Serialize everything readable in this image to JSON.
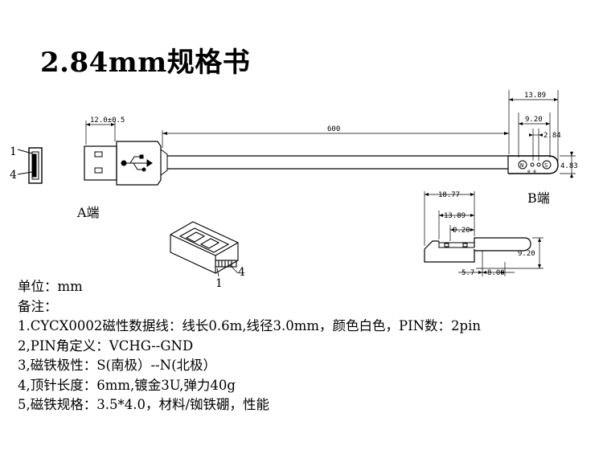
{
  "title": "2.84mm规格书",
  "dims": {
    "length_total": "600",
    "a_plug_len": "12.0±0.5",
    "b_w1": "13.89",
    "b_w2": "9.20",
    "b_w3": "2.84",
    "b_h": "4.83",
    "s_w1": "18.77",
    "s_w2": "13.89",
    "s_w3": "9.20",
    "s_h": "9.20",
    "s_d1": "5.7",
    "s_d2": "8.00"
  },
  "labels": {
    "end_a": "A端",
    "end_b": "B端",
    "pin1": "1",
    "pin4": "4",
    "iso_pin1": "1",
    "iso_pin4": "4",
    "pole_n": "N",
    "pole_s": "S",
    "b_sub": "e e"
  },
  "notes": [
    "单位：mm",
    "备注：",
    "1.CYCX0002磁性数据线：线长0.6m,线径3.0mm，颜色白色，PIN数：2pin",
    "2,PIN角定义：VCHG--GND",
    "3,磁铁极性：S(南极）--N(北极）",
    "4,顶针长度：6mm,镀金3U,弹力40g",
    "5,磁铁规格：3.5*4.0，材料/铷铁硼，性能"
  ]
}
